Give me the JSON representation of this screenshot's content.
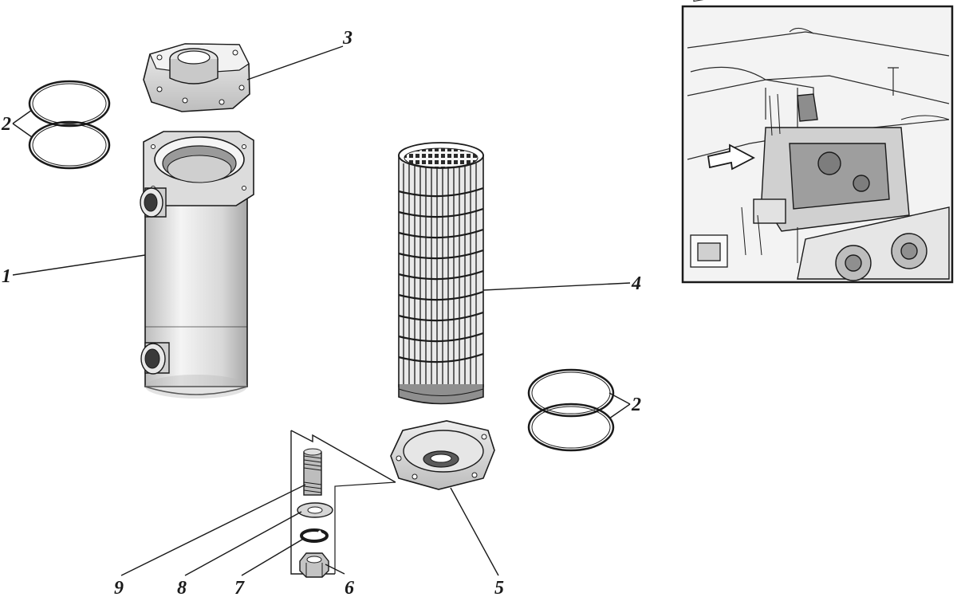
{
  "callouts": {
    "c1": "1",
    "c2_top": "2",
    "c2_right": "2",
    "c3": "3",
    "c4": "4",
    "c5": "5",
    "c6": "6",
    "c7": "7",
    "c8": "8",
    "c9": "9"
  },
  "colors": {
    "ink": "#1a1a1a",
    "shade": "#d9d9d9",
    "paper": "#ffffff"
  }
}
